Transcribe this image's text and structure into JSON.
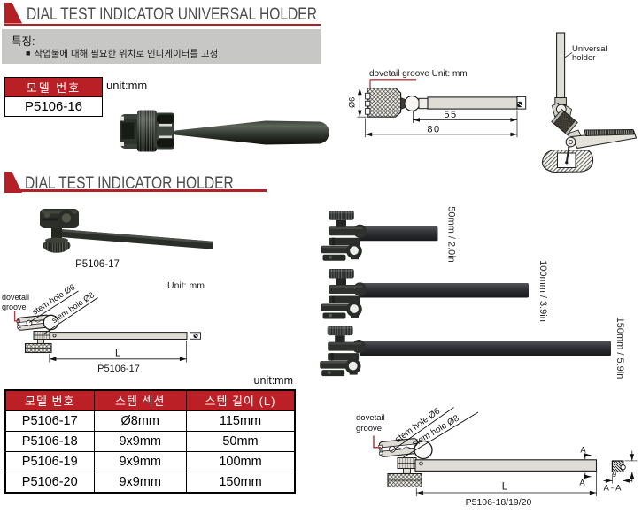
{
  "colors": {
    "accent_red": "#b32025",
    "table_red": "#bb2026",
    "features_bg": "#c7c8c6"
  },
  "section1": {
    "title": "DIAL TEST INDICATOR UNIVERSAL HOLDER",
    "features": {
      "label": "특징:",
      "bullet": "■",
      "item": "작업물에 대해 필요한 위치로 인디게이터를 고정"
    },
    "model_table": {
      "header": "모델 번호",
      "value": "P5106-16"
    },
    "unit_note": "unit:mm",
    "drawing": {
      "dovetail_label": "dovetail groove",
      "unit_label": "Unit: mm",
      "dim_diameter": "Ø6",
      "dim_stem": "55",
      "dim_overall": "80"
    },
    "illustration": {
      "label": "Universal holder"
    }
  },
  "section2": {
    "title": "DIAL TEST INDICATOR HOLDER",
    "photo_caption": "P5106-17",
    "unit_note": "Unit: mm",
    "drawing17": {
      "dovetail_label": "dovetail groove",
      "stem_hole_small": "stem hole Ø6",
      "stem_hole_large": "stem hole Ø8",
      "dim_length": "L",
      "caption": "P5106-17"
    },
    "length_photos": [
      {
        "label": "50mm / 2.0in"
      },
      {
        "label": "100mm / 3.9in"
      },
      {
        "label": "150mm / 5.9in"
      }
    ],
    "spec_table": {
      "unit_note": "unit:mm",
      "headers": [
        "모델 번호",
        "스템 섹션",
        "스템 길이 (L)"
      ],
      "rows": [
        [
          "P5106-17",
          "Ø8mm",
          "115mm"
        ],
        [
          "P5106-18",
          "9x9mm",
          "50mm"
        ],
        [
          "P5106-19",
          "9x9mm",
          "100mm"
        ],
        [
          "P5106-20",
          "9x9mm",
          "150mm"
        ]
      ]
    },
    "drawing18": {
      "dovetail_label": "dovetail groove",
      "stem_hole_small": "stem hole Ø6",
      "stem_hole_large": "stem hole Ø8",
      "dim_length": "L",
      "section_marker_top": "A",
      "section_marker_bottom": "A",
      "dim_section": "9",
      "section_view_label": "A - A",
      "caption": "P5106-18/19/20"
    }
  }
}
